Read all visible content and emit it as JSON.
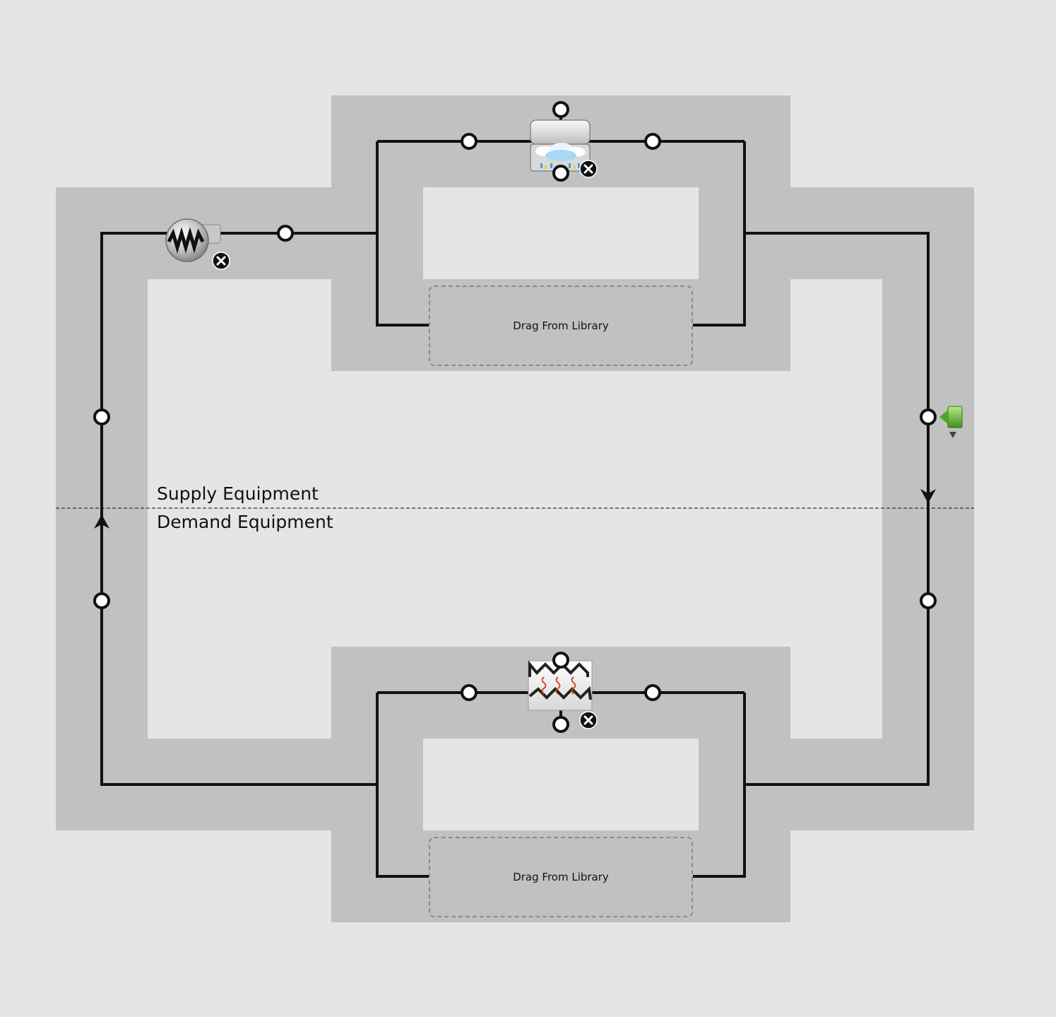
{
  "loop": {
    "supply_label": "Supply Equipment",
    "demand_label": "Demand Equipment",
    "supply_drop_zone": "Drag From Library",
    "demand_drop_zone": "Drag From Library"
  },
  "icons": {
    "pump": "pump-icon",
    "supply_component": "cooling-tower-icon",
    "demand_component": "heat-exchanger-coil-icon",
    "setpoint_manager": "setpoint-manager-icon",
    "remove": "remove-icon",
    "node": "node-icon",
    "flow_arrow": "flow-direction-arrow-icon"
  },
  "colors": {
    "background": "#e5e5e5",
    "loop_band": "#c1c1c1",
    "pipe": "#111111",
    "node_fill": "#ffffff",
    "setpoint_green": "#6cbf3a"
  }
}
